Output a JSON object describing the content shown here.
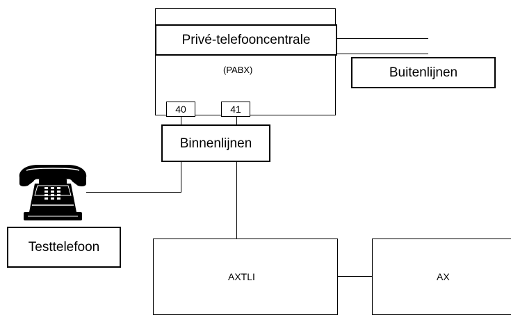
{
  "diagram": {
    "pabx_label": "Privé-telefooncentrale",
    "pabx_abbrev": "(PABX)",
    "port_40": "40",
    "port_41": "41",
    "outside_lines_label": "Buitenlijnen",
    "inside_lines_label": "Binnenlijnen",
    "test_phone_label": "Testtelefoon",
    "axtli_label": "AXTLI",
    "ax_label": "AX",
    "icons": {
      "phone": "telephone-icon"
    }
  }
}
